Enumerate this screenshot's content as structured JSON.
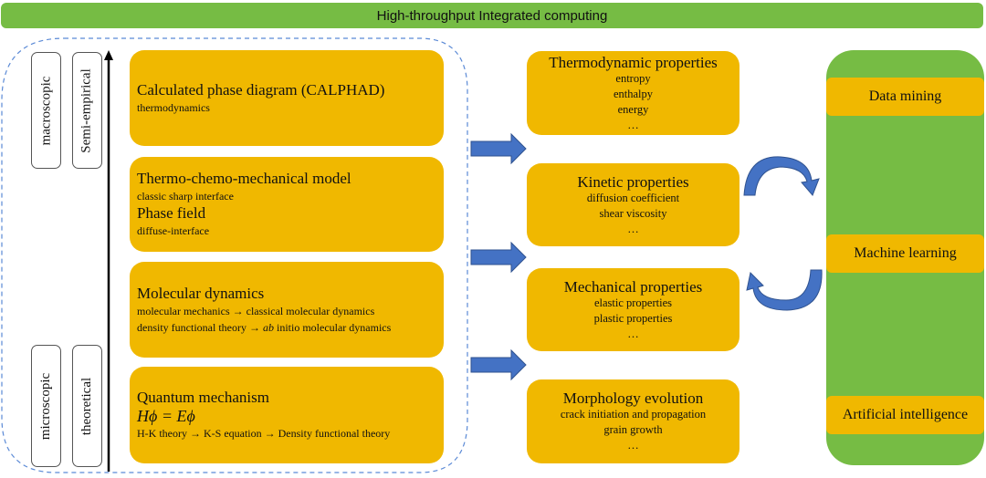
{
  "banner": {
    "title": "High-throughput Integrated computing"
  },
  "scale_labels": {
    "macroscopic": "macroscopic",
    "semi_empirical": "Semi-empirical",
    "microscopic": "microscopic",
    "theoretical": "theoretical"
  },
  "methods": [
    {
      "title": "Calculated phase diagram (CALPHAD)",
      "lines": [
        "thermodynamics"
      ]
    },
    {
      "title": "Thermo-chemo-mechanical model",
      "sub1": "classic sharp interface",
      "title2": "Phase field",
      "sub2": "diffuse-interface"
    },
    {
      "title": "Molecular dynamics",
      "lines": [
        "molecular mechanics → classical molecular dynamics"
      ],
      "line2_pre": "density functional theory → ",
      "line2_italic": "ab",
      "line2_post": " initio molecular dynamics"
    },
    {
      "title": "Quantum mechanism",
      "equation": "Hϕ = Eϕ",
      "lines": [
        "H-K theory → K-S equation → Density functional theory"
      ]
    }
  ],
  "properties": [
    {
      "title": "Thermodynamic properties",
      "items": [
        "entropy",
        "enthalpy",
        "energy",
        "…"
      ]
    },
    {
      "title": "Kinetic properties",
      "items": [
        "diffusion coefficient",
        "shear viscosity",
        "…"
      ]
    },
    {
      "title": "Mechanical properties",
      "items": [
        "elastic properties",
        "plastic properties",
        "…"
      ]
    },
    {
      "title": "Morphology evolution",
      "items": [
        "crack initiation and propagation",
        "grain growth",
        "…"
      ]
    }
  ],
  "data_science": {
    "items": [
      "Data mining",
      "Machine learning",
      "Artificial intelligence"
    ]
  },
  "colors": {
    "green": "#76bc44",
    "gold": "#f0b800",
    "arrow_blue": "#4472c4",
    "dashed_border": "#5b8ad6"
  }
}
